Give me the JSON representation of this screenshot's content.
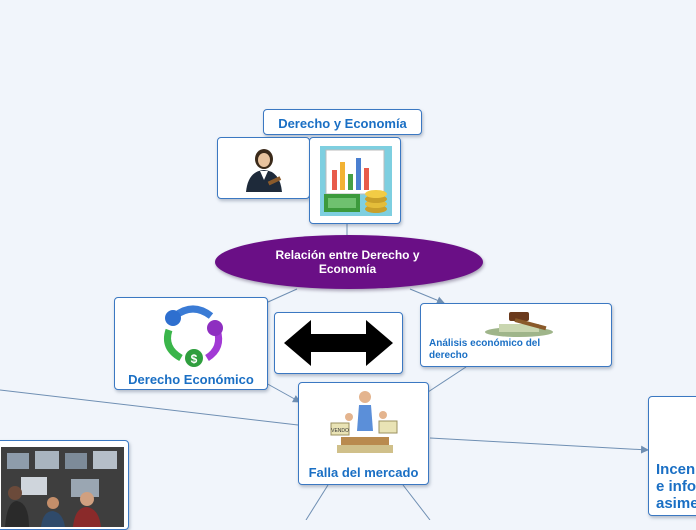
{
  "canvas": {
    "background": "#f1f5fb"
  },
  "root": {
    "label": "Relación entre Derecho y Economía",
    "color": "#6a0f86"
  },
  "topic": {
    "label": "Derecho y Economía"
  },
  "nodes": {
    "derecho_economico": {
      "label": "Derecho Económico",
      "icon": "cycle-dollar-icon"
    },
    "analisis": {
      "label": "Análisis económico del derecho",
      "icon": "gavel-money-icon"
    },
    "falla": {
      "label": "Falla del mercado",
      "icon": "market-stall-icon"
    },
    "incentivos": {
      "label": "Incen e info asime"
    },
    "judge": {
      "icon": "judge-icon"
    },
    "finance": {
      "icon": "money-chart-icon"
    },
    "arrow": {
      "icon": "double-arrow-icon"
    },
    "traders": {
      "icon": "traders-photo-icon"
    }
  },
  "colors": {
    "node_border": "#3b78c2",
    "node_text": "#1a6fc4",
    "link": "#6f8fb3"
  }
}
